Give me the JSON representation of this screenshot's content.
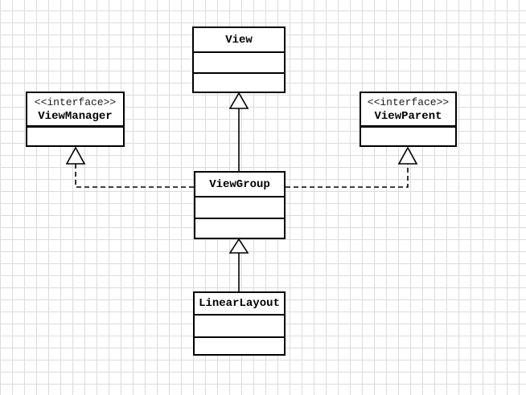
{
  "diagram": {
    "type": "uml-class-diagram",
    "classes": [
      {
        "name": "View",
        "stereotype": "",
        "compartments": 3
      },
      {
        "name": "ViewManager",
        "stereotype": "<<interface>>",
        "compartments": 2
      },
      {
        "name": "ViewParent",
        "stereotype": "<<interface>>",
        "compartments": 2
      },
      {
        "name": "ViewGroup",
        "stereotype": "",
        "compartments": 3
      },
      {
        "name": "LinearLayout",
        "stereotype": "",
        "compartments": 3
      }
    ],
    "relationships": [
      {
        "type": "generalization",
        "from": "ViewGroup",
        "to": "View",
        "line_style": "solid",
        "arrowhead": "hollow-triangle"
      },
      {
        "type": "generalization",
        "from": "LinearLayout",
        "to": "ViewGroup",
        "line_style": "solid",
        "arrowhead": "hollow-triangle"
      },
      {
        "type": "interface-realization",
        "from": "ViewGroup",
        "to": "ViewManager",
        "line_style": "dashed",
        "arrowhead": "hollow-triangle"
      },
      {
        "type": "interface-realization",
        "from": "ViewGroup",
        "to": "ViewParent",
        "line_style": "dashed",
        "arrowhead": "hollow-triangle"
      }
    ],
    "colors": {
      "line": "#000000",
      "box_fill": "#ffffff",
      "grid_line": "#dcdcdc",
      "background": "#ffffff"
    }
  }
}
